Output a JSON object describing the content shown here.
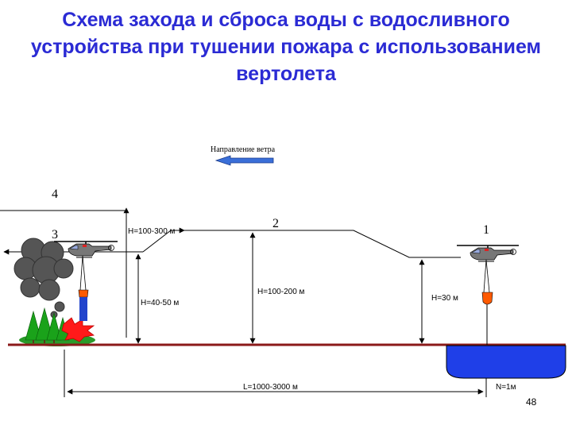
{
  "title": "Схема захода и сброса воды с водосливного устройства при тушении пожара с использованием вертолета",
  "wind": {
    "label": "Направление ветра"
  },
  "points": {
    "p1": "1",
    "p2": "2",
    "p3": "3",
    "p4": "4"
  },
  "heights": {
    "h_approach": "H=100-300 м",
    "h_drop": "H=40-50 м",
    "h_middle": "H=100-200 м",
    "h_pickup": "H=30 м"
  },
  "distances": {
    "length": "L=1000-3000 м",
    "depth": "N=1м"
  },
  "page_number": "48",
  "colors": {
    "title": "#2b2bd4",
    "ground": "#8b1a1a",
    "water": "#1f3fe8",
    "wind_arrow": "#3a6fd8",
    "smoke": "#555555",
    "trees": "#1aa21a",
    "fire": "#ff1a1a",
    "bucket_water": "#2244cc"
  }
}
